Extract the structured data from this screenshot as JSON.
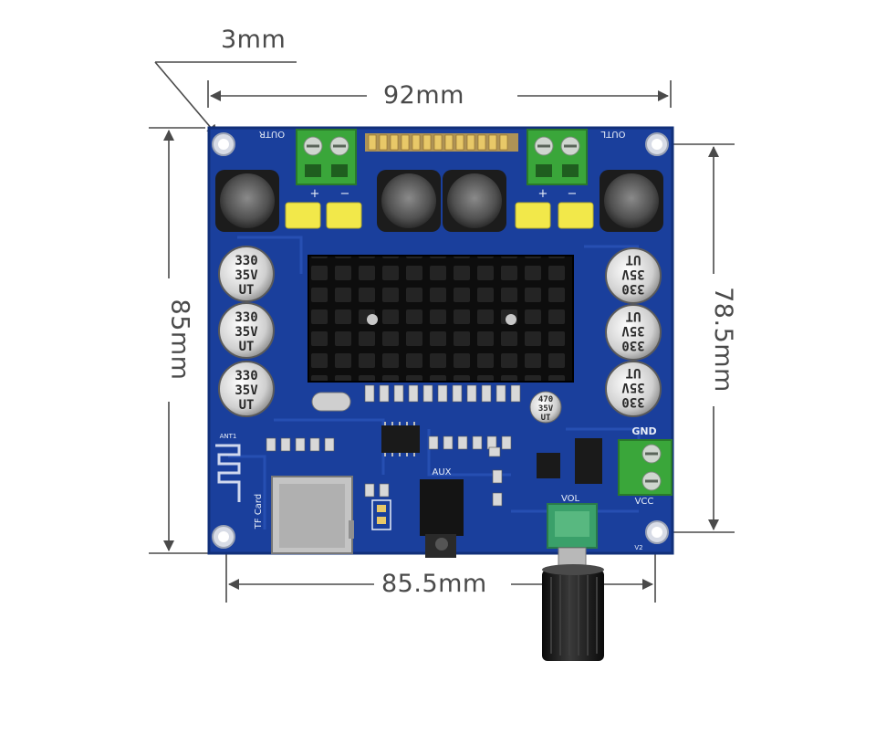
{
  "dimensions": {
    "hole_offset": "3mm",
    "board_width": "92mm",
    "board_height": "85mm",
    "hole_height": "78.5mm",
    "hole_width": "85.5mm"
  },
  "silkscreen": {
    "out_right": "OUTR",
    "out_left": "OUTL",
    "plus": "+",
    "minus": "−",
    "gnd": "GND",
    "vcc": "VCC",
    "aux": "AUX",
    "vol": "VOL",
    "tf_card": "TF Card",
    "antenna": "ANT1",
    "v2": "V2"
  },
  "capacitor_label": {
    "line1": "330",
    "line2": "35V",
    "line3": "UT"
  },
  "small_cap_label": {
    "line1": "470",
    "line2": "35V",
    "line3": "UT"
  },
  "colors": {
    "pcb": "#1a3f9c",
    "terminal": "#3aa63a",
    "heatsink": "#141414",
    "film_cap": "#f2e84a",
    "dimension_line": "#4a4a4a"
  }
}
